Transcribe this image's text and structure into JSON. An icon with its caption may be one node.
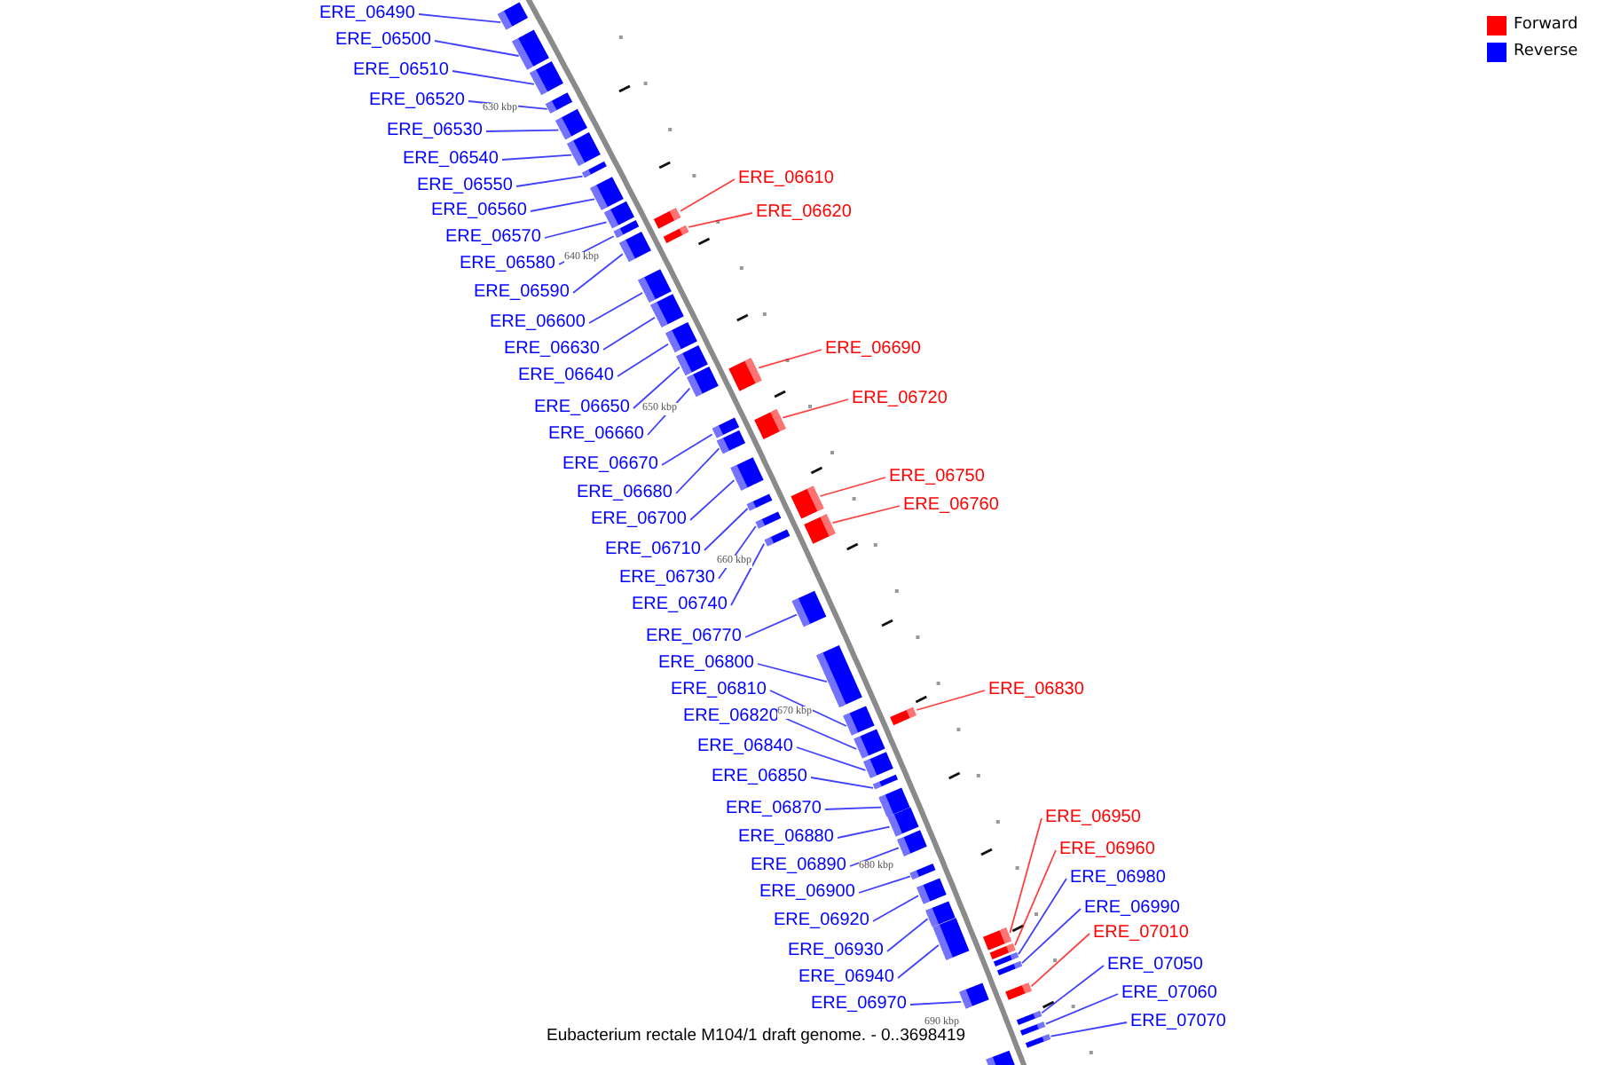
{
  "diagram": {
    "caption": "Eubacterium rectale M104/1 draft genome. - 0..3698419",
    "nodes": [
      {
        "text": [
          "ERE_06490"
        ]
      },
      {
        "text": [
          "ERE_06500"
        ]
      },
      {
        "text": [
          "ERE_06510"
        ]
      },
      {
        "text": [
          "ERE_06520"
        ]
      },
      {
        "text": [
          "ERE_06530"
        ]
      },
      {
        "text": [
          "ERE_06540"
        ]
      },
      {
        "text": [
          "ERE_06550"
        ]
      },
      {
        "text": [
          "ERE_06560"
        ]
      },
      {
        "text": [
          "ERE_06570"
        ]
      },
      {
        "text": [
          "ERE_06580"
        ]
      },
      {
        "text": [
          "ERE_06590"
        ]
      },
      {
        "text": [
          "ERE_06600"
        ]
      },
      {
        "text": [
          "ERE_06630"
        ]
      },
      {
        "text": [
          "ERE_06640"
        ]
      },
      {
        "text": [
          "ERE_06650"
        ]
      },
      {
        "text": [
          "ERE_06660"
        ]
      },
      {
        "text": [
          "ERE_06670"
        ]
      },
      {
        "text": [
          "ERE_06680"
        ]
      },
      {
        "text": [
          "ERE_06700"
        ]
      },
      {
        "text": [
          "ERE_06710"
        ]
      },
      {
        "text": [
          "ERE_06730"
        ]
      },
      {
        "text": [
          "ERE_06740"
        ]
      },
      {
        "text": [
          "ERE_06770"
        ]
      },
      {
        "text": [
          "ERE_06800"
        ]
      },
      {
        "text": [
          "ERE_06810"
        ]
      },
      {
        "text": [
          "ERE_06820"
        ]
      },
      {
        "text": [
          "ERE_06840"
        ]
      },
      {
        "text": [
          "ERE_06850"
        ]
      },
      {
        "text": [
          "ERE_06870"
        ]
      },
      {
        "text": [
          "ERE_06880"
        ]
      },
      {
        "text": [
          "ERE_06890"
        ]
      },
      {
        "text": [
          "ERE_06900"
        ]
      },
      {
        "text": [
          "ERE_06920"
        ]
      },
      {
        "text": [
          "ERE_06930"
        ]
      },
      {
        "text": [
          "ERE_06940"
        ]
      },
      {
        "text": [
          "ERE_06970"
        ]
      },
      {
        "text": [
          "ERE_06610"
        ]
      },
      {
        "text": [
          "ERE_06620"
        ]
      },
      {
        "text": [
          "ERE_06690"
        ]
      },
      {
        "text": [
          "ERE_06720"
        ]
      },
      {
        "text": [
          "ERE_06750"
        ]
      },
      {
        "text": [
          "ERE_06760"
        ]
      },
      {
        "text": [
          "ERE_06830"
        ]
      },
      {
        "text": [
          "ERE_06950"
        ]
      },
      {
        "text": [
          "ERE_06960"
        ]
      },
      {
        "text": [
          "ERE_06980"
        ]
      },
      {
        "text": [
          "ERE_06990"
        ]
      },
      {
        "text": [
          "ERE_07010"
        ]
      },
      {
        "text": [
          "ERE_07050"
        ]
      },
      {
        "text": [
          "ERE_07060"
        ]
      },
      {
        "text": [
          "ERE_07070"
        ]
      },
      {
        "text": [],
        "shape": "bar"
      },
      {
        "text": [],
        "shape": "bar"
      },
      {
        "text": [],
        "shape": "bar"
      },
      {
        "text": [],
        "shape": "bar"
      },
      {
        "text": [],
        "shape": "bar"
      },
      {
        "text": [],
        "shape": "bar"
      },
      {
        "text": [],
        "shape": "bar"
      },
      {
        "text": [],
        "shape": "bar"
      },
      {
        "text": [],
        "shape": "bar"
      },
      {
        "text": [],
        "shape": "bar"
      },
      {
        "text": [],
        "shape": "bar"
      },
      {
        "text": [],
        "shape": "bar"
      },
      {
        "text": [],
        "shape": "bar"
      },
      {
        "text": [],
        "shape": "bar"
      },
      {
        "text": [],
        "shape": "bar"
      },
      {
        "text": [],
        "shape": "bar"
      },
      {
        "text": [],
        "shape": "bar"
      },
      {
        "text": [],
        "shape": "bar"
      },
      {
        "text": [],
        "shape": "bar"
      },
      {
        "text": [],
        "shape": "bar"
      },
      {
        "text": [],
        "shape": "bar"
      },
      {
        "text": [],
        "shape": "bar"
      },
      {
        "text": [],
        "shape": "bar"
      },
      {
        "text": [],
        "shape": "bar"
      },
      {
        "text": [],
        "shape": "bar"
      },
      {
        "text": [],
        "shape": "bar"
      },
      {
        "text": [],
        "shape": "bar"
      },
      {
        "text": [],
        "shape": "bar"
      },
      {
        "text": [],
        "shape": "bar"
      },
      {
        "text": [],
        "shape": "bar"
      },
      {
        "text": [],
        "shape": "bar"
      },
      {
        "text": [],
        "shape": "bar"
      },
      {
        "text": [],
        "shape": "bar"
      },
      {
        "text": [],
        "shape": "bar"
      },
      {
        "text": [],
        "shape": "bar"
      },
      {
        "text": [],
        "shape": "bar"
      },
      {
        "text": [],
        "shape": "bar"
      },
      {
        "text": [],
        "shape": "bar"
      },
      {
        "text": [],
        "shape": "bar"
      },
      {
        "text": [],
        "shape": "bar"
      },
      {
        "text": [],
        "shape": "bar"
      },
      {
        "text": [],
        "shape": "bar"
      },
      {
        "text": [],
        "shape": "bar"
      },
      {
        "text": [],
        "shape": "bar"
      },
      {
        "text": [],
        "shape": "bar"
      },
      {
        "text": [],
        "shape": "bar"
      },
      {
        "text": [],
        "shape": "bar"
      },
      {
        "text": [],
        "shape": "bar"
      },
      {
        "text": [],
        "shape": "bar"
      },
      {
        "text": [],
        "shape": "bar"
      },
      {
        "text": [],
        "shape": "bar"
      },
      {
        "text": [],
        "shape": "bar"
      }
    ],
    "edges": [
      {
        "from": 0,
        "to": 51,
        "arrow": "none"
      },
      {
        "from": 1,
        "to": 52,
        "arrow": "none"
      },
      {
        "from": 2,
        "to": 53,
        "arrow": "none"
      },
      {
        "from": 3,
        "to": 54,
        "arrow": "none"
      },
      {
        "from": 4,
        "to": 55,
        "arrow": "none"
      },
      {
        "from": 5,
        "to": 56,
        "arrow": "none"
      },
      {
        "from": 6,
        "to": 57,
        "arrow": "none"
      },
      {
        "from": 7,
        "to": 58,
        "arrow": "none"
      },
      {
        "from": 8,
        "to": 59,
        "arrow": "none"
      },
      {
        "from": 9,
        "to": 60,
        "arrow": "none"
      },
      {
        "from": 10,
        "to": 61,
        "arrow": "none"
      },
      {
        "from": 11,
        "to": 62,
        "arrow": "none"
      },
      {
        "from": 12,
        "to": 63,
        "arrow": "none"
      },
      {
        "from": 13,
        "to": 64,
        "arrow": "none"
      },
      {
        "from": 14,
        "to": 65,
        "arrow": "none"
      },
      {
        "from": 15,
        "to": 66,
        "arrow": "none"
      },
      {
        "from": 16,
        "to": 67,
        "arrow": "none"
      },
      {
        "from": 17,
        "to": 68,
        "arrow": "none"
      },
      {
        "from": 18,
        "to": 69,
        "arrow": "none"
      },
      {
        "from": 19,
        "to": 70,
        "arrow": "none"
      },
      {
        "from": 20,
        "to": 71,
        "arrow": "none"
      },
      {
        "from": 21,
        "to": 72,
        "arrow": "none"
      },
      {
        "from": 22,
        "to": 73,
        "arrow": "none"
      },
      {
        "from": 23,
        "to": 74,
        "arrow": "none"
      },
      {
        "from": 24,
        "to": 75,
        "arrow": "none"
      },
      {
        "from": 25,
        "to": 76,
        "arrow": "none"
      },
      {
        "from": 26,
        "to": 77,
        "arrow": "none"
      },
      {
        "from": 27,
        "to": 78,
        "arrow": "none"
      },
      {
        "from": 28,
        "to": 79,
        "arrow": "none"
      },
      {
        "from": 29,
        "to": 80,
        "arrow": "none"
      },
      {
        "from": 30,
        "to": 81,
        "arrow": "none"
      },
      {
        "from": 31,
        "to": 82,
        "arrow": "none"
      },
      {
        "from": 32,
        "to": 83,
        "arrow": "none"
      },
      {
        "from": 33,
        "to": 84,
        "arrow": "none"
      },
      {
        "from": 34,
        "to": 85,
        "arrow": "none"
      },
      {
        "from": 35,
        "to": 86,
        "arrow": "none"
      },
      {
        "from": 36,
        "to": 87,
        "arrow": "none",
        "color": "#ff0000"
      },
      {
        "from": 37,
        "to": 88,
        "arrow": "none",
        "color": "#ff0000"
      },
      {
        "from": 38,
        "to": 89,
        "arrow": "none",
        "color": "#ff0000"
      },
      {
        "from": 39,
        "to": 90,
        "arrow": "none",
        "color": "#ff0000"
      },
      {
        "from": 40,
        "to": 91,
        "arrow": "none",
        "color": "#ff0000"
      },
      {
        "from": 41,
        "to": 92,
        "arrow": "none",
        "color": "#ff0000"
      },
      {
        "from": 42,
        "to": 93,
        "arrow": "none",
        "color": "#ff0000"
      },
      {
        "from": 43,
        "to": 94,
        "arrow": "none",
        "color": "#ff0000"
      },
      {
        "from": 44,
        "to": 95,
        "arrow": "none",
        "color": "#ff0000"
      },
      {
        "from": 45,
        "to": 96,
        "arrow": "none"
      },
      {
        "from": 46,
        "to": 97,
        "arrow": "none"
      },
      {
        "from": 47,
        "to": 98,
        "arrow": "none",
        "color": "#ff0000"
      },
      {
        "from": 48,
        "to": 99,
        "arrow": "none"
      },
      {
        "from": 49,
        "to": 100,
        "arrow": "none"
      },
      {
        "from": 50,
        "to": 101,
        "arrow": "none"
      }
    ],
    "labels": [
      "630 kbp",
      "640 kbp",
      "650 kbp",
      "660 kbp",
      "670 kbp",
      "680 kbp",
      "690 kbp"
    ],
    "legend": [
      {
        "text": "Forward",
        "color": "#ff0000"
      },
      {
        "text": "Reverse",
        "color": "#0000ff"
      }
    ]
  }
}
